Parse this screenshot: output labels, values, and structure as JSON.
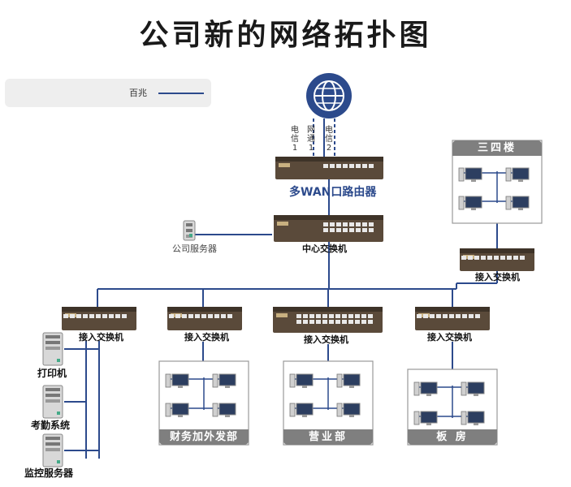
{
  "title": "公司新的网络拓扑图",
  "legend": {
    "label": "百兆",
    "line_color": "#2c4a8c"
  },
  "internet": {
    "icon": "globe-icon"
  },
  "wan_links": [
    {
      "label": "电信1",
      "style": "dashed"
    },
    {
      "label": "网通1",
      "style": "solid"
    },
    {
      "label": "电信2",
      "style": "dashed"
    }
  ],
  "router": {
    "label": "多WAN口路由器"
  },
  "core_switch": {
    "label": "中心交换机"
  },
  "server": {
    "label": "公司服务器"
  },
  "floor_switch": {
    "label": "接入交换机",
    "room": "三四楼"
  },
  "access_switches": [
    {
      "label": "接入交换机",
      "room": ""
    },
    {
      "label": "接入交换机",
      "room": "财务加外发部"
    },
    {
      "label": "接入交换机",
      "room": "营业部"
    },
    {
      "label": "接入交换机",
      "room": "板 房"
    }
  ],
  "devices": [
    {
      "label": "打印机"
    },
    {
      "label": "考勤系统"
    },
    {
      "label": "监控服务器"
    }
  ],
  "colors": {
    "line": "#2c4a8c",
    "device_body": "#5a4a3a",
    "room_title": "#7f7f7f"
  }
}
